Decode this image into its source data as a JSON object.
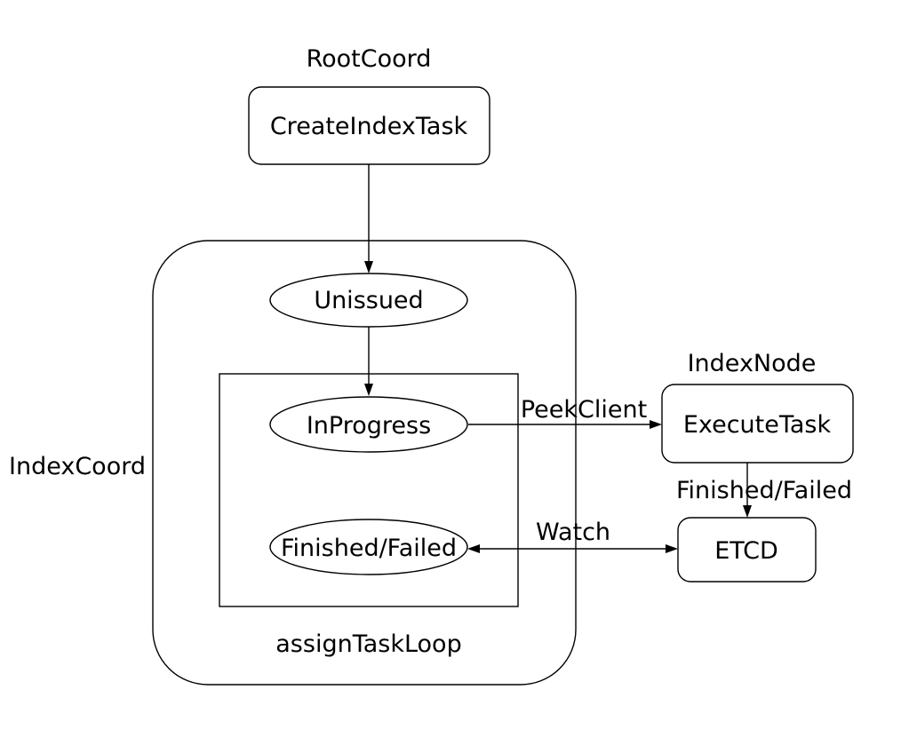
{
  "page": {
    "background": "#ffffff"
  },
  "diagram": {
    "colors": {
      "stroke": "#000000",
      "text": "#000000",
      "node_fill": "#ffffff"
    },
    "groups": {
      "root_coord": {
        "label": "RootCoord"
      },
      "index_coord": {
        "label": "IndexCoord"
      },
      "assign_task_loop": {
        "label": "assignTaskLoop"
      },
      "index_node": {
        "label": "IndexNode"
      }
    },
    "nodes": {
      "create_index_task": {
        "label": "CreateIndexTask",
        "shape": "rounded-rectangle",
        "group": "RootCoord"
      },
      "unissued": {
        "label": "Unissued",
        "shape": "ellipse",
        "group": "IndexCoord"
      },
      "in_progress": {
        "label": "InProgress",
        "shape": "ellipse",
        "group": "assignTaskLoop"
      },
      "finished_failed": {
        "label": "Finished/Failed",
        "shape": "ellipse",
        "group": "assignTaskLoop"
      },
      "execute_task": {
        "label": "ExecuteTask",
        "shape": "rounded-rectangle",
        "group": "IndexNode"
      },
      "etcd": {
        "label": "ETCD",
        "shape": "rounded-rectangle"
      }
    },
    "edges": [
      {
        "from": "create_index_task",
        "to": "unissued",
        "label": "",
        "direction": "forward"
      },
      {
        "from": "unissued",
        "to": "in_progress",
        "label": "",
        "direction": "forward"
      },
      {
        "from": "in_progress",
        "to": "execute_task",
        "label": "PeekClient",
        "direction": "forward"
      },
      {
        "from": "execute_task",
        "to": "etcd",
        "label": "Finished/Failed",
        "direction": "forward"
      },
      {
        "from": "finished_failed",
        "to": "etcd",
        "label": "Watch",
        "direction": "both"
      }
    ]
  }
}
